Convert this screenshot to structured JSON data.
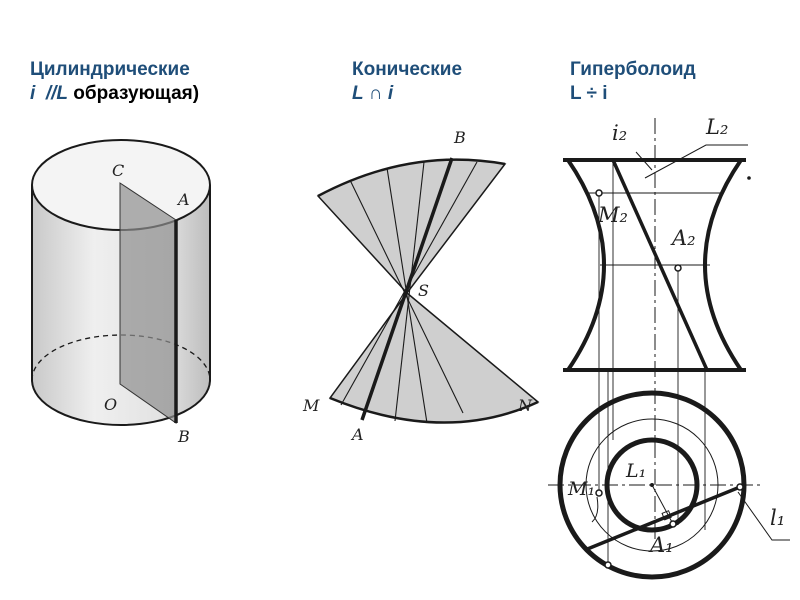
{
  "headings": {
    "cylindrical": {
      "title": "Цилиндрические",
      "rel_i": "i",
      "rel_sym": "//L",
      "rel_rest": "образующая)"
    },
    "conical": {
      "title": "Конические",
      "rel_L": "L",
      "rel_sym": "∩",
      "rel_i": "i"
    },
    "hyperboloid": {
      "title": "Гиперболоид",
      "rel": "L ÷ i"
    }
  },
  "labels": {
    "cylinder": {
      "C": "C",
      "A": "A",
      "O": "O",
      "B": "B"
    },
    "cone": {
      "B": "B",
      "S": "S",
      "M": "M",
      "A": "A",
      "N": "N"
    },
    "hyperboloid": {
      "i2": "i₂",
      "L2": "L₂",
      "M2": "M₂",
      "A2": "A₂",
      "L1_inner": "L₁",
      "M1": "M₁",
      "A1": "A₁",
      "l1": "l₁"
    }
  },
  "colors": {
    "heading": "#1f4e79",
    "text": "#000000",
    "line": "#1a1a1a",
    "shade": "#d4d4d4"
  }
}
